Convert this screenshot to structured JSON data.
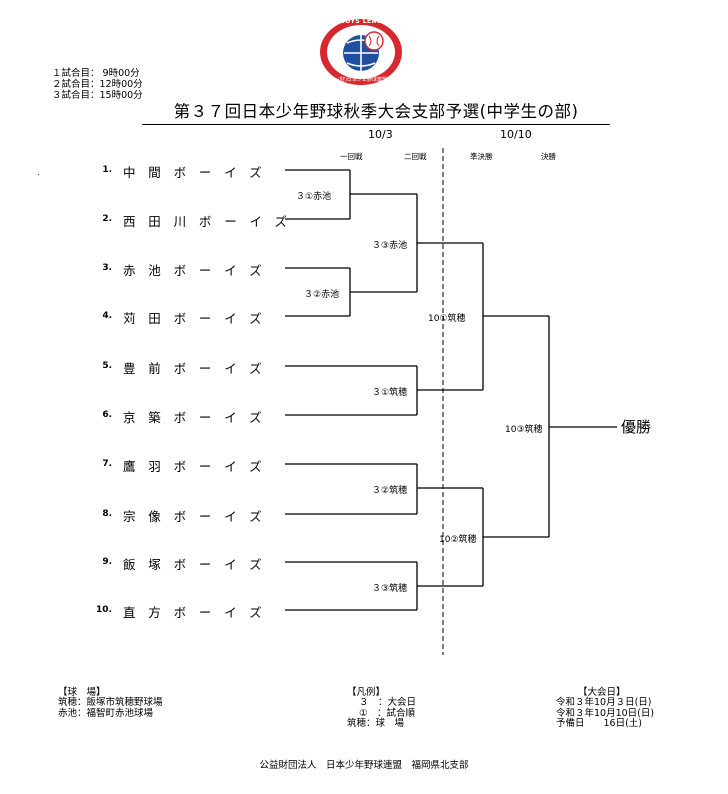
{
  "header": {
    "emblem_top": "BOYS LEAGUE",
    "emblem_bottom": "(財)日本少年野球連盟",
    "schedule": [
      "１試合目：  9時00分",
      "２試合目：12時00分",
      "３試合目：15時00分"
    ],
    "title": "第３７回日本少年野球秋季大会支部予選(中学生の部)"
  },
  "dates": [
    "10/3",
    "10/10"
  ],
  "rounds": [
    "一回戦",
    "二回戦",
    "準決勝",
    "決勝"
  ],
  "teams": [
    {
      "num": "1.",
      "name": "中間ボーイズ"
    },
    {
      "num": "2.",
      "name": "西田川ボーイズ"
    },
    {
      "num": "3.",
      "name": "赤池ボーイズ"
    },
    {
      "num": "4.",
      "name": "苅田ボーイズ"
    },
    {
      "num": "5.",
      "name": "豊前ボーイズ"
    },
    {
      "num": "6.",
      "name": "京築ボーイズ"
    },
    {
      "num": "7.",
      "name": "鷹羽ボーイズ"
    },
    {
      "num": "8.",
      "name": "宗像ボーイズ"
    },
    {
      "num": "9.",
      "name": "飯塚ボーイズ"
    },
    {
      "num": "10.",
      "name": "直方ボーイズ"
    }
  ],
  "games": {
    "r1_a": "３①赤池",
    "r1_b": "３②赤池",
    "r2_a": "３③赤池",
    "r2_b": "３①筑穂",
    "r2_c": "３②筑穂",
    "r2_d": "３③筑穂",
    "sf_a": "10①筑穂",
    "sf_b": "10②筑穂",
    "final": "10③筑穂"
  },
  "champion": "優勝",
  "venue": {
    "title": "【球　場】",
    "lines": [
      "筑穂：飯塚市筑穂野球場",
      "赤池：福智町赤池球場"
    ]
  },
  "legend": {
    "title": "【凡例】",
    "lines": [
      "３　：大会日",
      "①　：試合順",
      "筑穂：球　場"
    ]
  },
  "schedule_days": {
    "title": "【大会日】",
    "lines": [
      "令和３年10月３日(日)",
      "令和３年10月10日(日)",
      "予備日　　16日(土)"
    ]
  },
  "footer": "公益財団法人　日本少年野球連盟　福岡県北支部",
  "stray_mark": "."
}
